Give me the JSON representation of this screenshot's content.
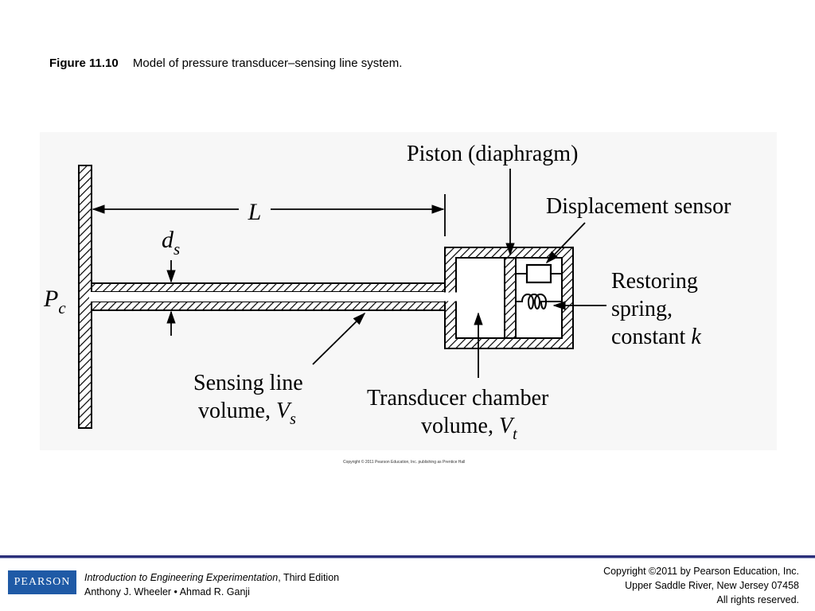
{
  "caption": {
    "figure_number": "Figure 11.10",
    "text": "Model of pressure transducer–sensing line system."
  },
  "diagram": {
    "labels": {
      "piston": "Piston (diaphragm)",
      "displacement_sensor": "Displacement sensor",
      "length_main": "L",
      "diameter_main": "d",
      "diameter_sub": "s",
      "pressure_main": "P",
      "pressure_sub": "c",
      "restoring_line1": "Restoring",
      "restoring_line2": "spring,",
      "restoring_line3_prefix": "constant ",
      "restoring_line3_var": "k",
      "sensing_line1": "Sensing line",
      "sensing_line2_prefix": "volume, ",
      "sensing_line2_var": "V",
      "sensing_line2_sub": "s",
      "chamber_line1": "Transducer chamber",
      "chamber_line2_prefix": "volume, ",
      "chamber_line2_var": "V",
      "chamber_line2_sub": "t"
    },
    "copyright_small": "Copyright © 2011 Pearson Education, Inc. publishing as Prentice Hall"
  },
  "footer": {
    "logo_text": "PEARSON",
    "book_title": "Introduction to Engineering Experimentation",
    "edition": ", Third Edition",
    "authors": "Anthony J. Wheeler • Ahmad R. Ganji",
    "copyright_line1": "Copyright ©2011 by Pearson Education, Inc.",
    "copyright_line2": "Upper Saddle River, New Jersey 07458",
    "copyright_line3": "All rights reserved.",
    "rule_color": "#2b2f7a",
    "logo_color": "#1f5aa6"
  }
}
